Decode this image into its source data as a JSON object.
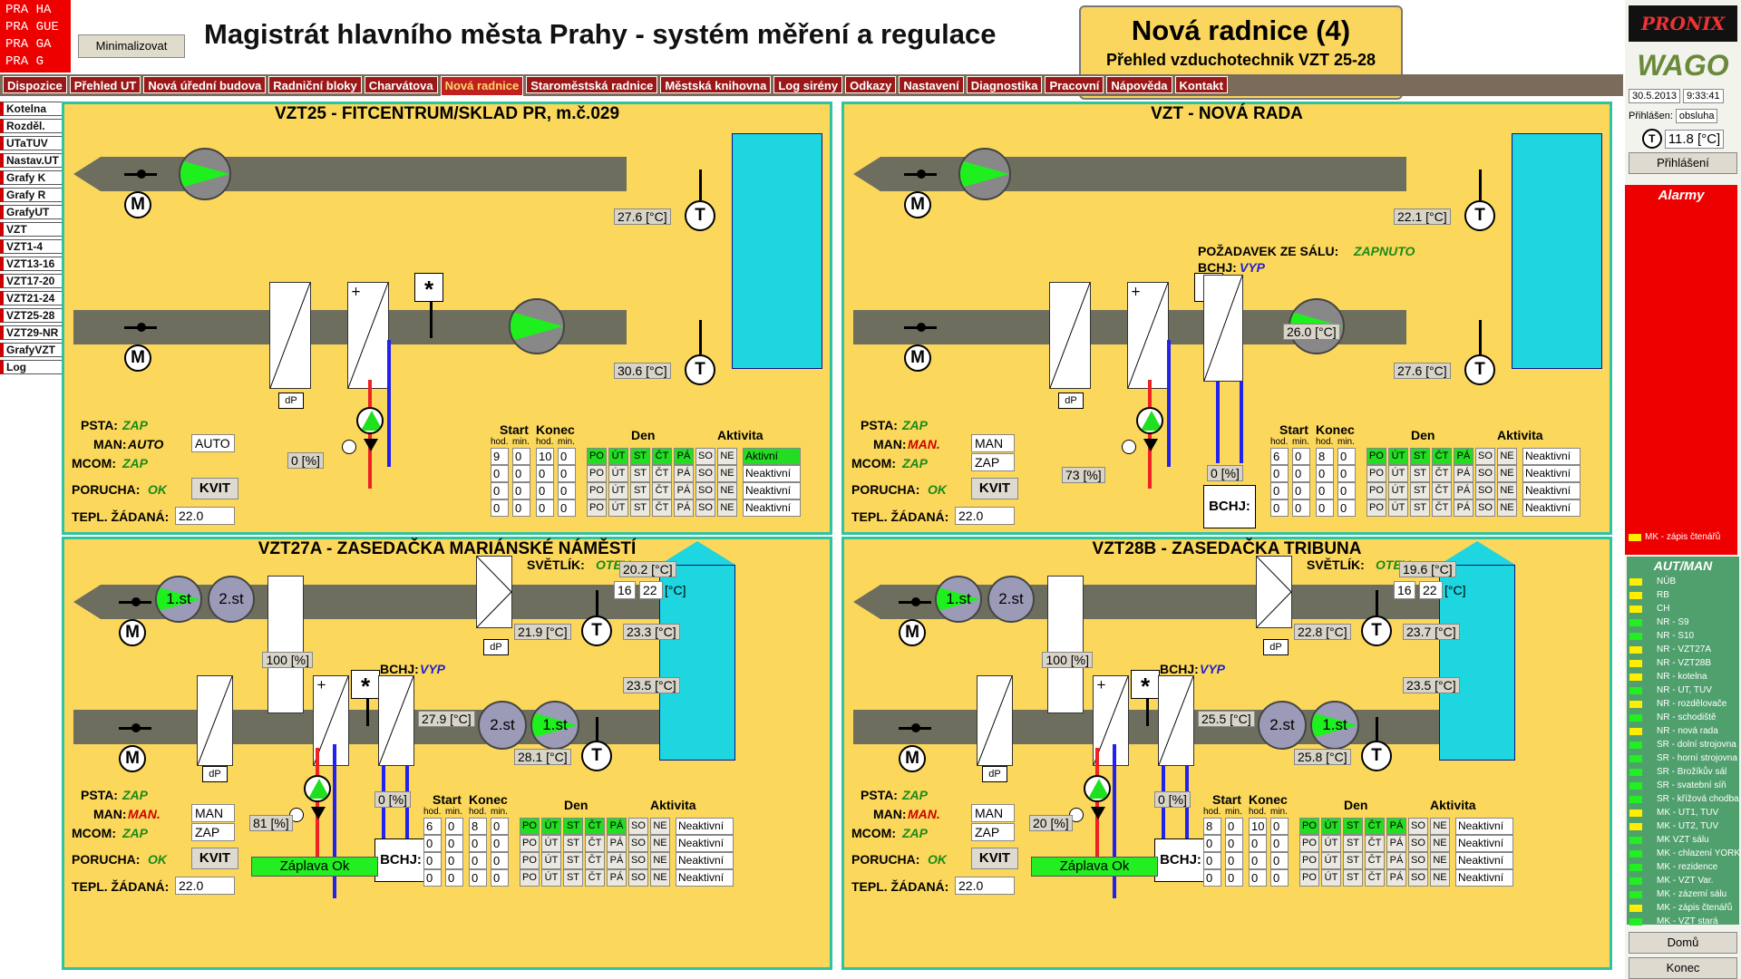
{
  "header": {
    "logo_text": "PRA HA\nPRA GUE\nPRA GA\nPRA G",
    "minimize_label": "Minimalizovat",
    "main_title": "Magistrát hlavního města Prahy - systém měření a regulace",
    "section_title": "Nová radnice (4)",
    "section_subtitle": "Přehled vzduchotechnik VZT 25-28"
  },
  "nav": [
    "Dispozice",
    "Přehled UT",
    "Nová úřední budova",
    "Radniční bloky",
    "Charvátova",
    "Nová radnice",
    "Staroměstská radnice",
    "Městská knihovna",
    "Log sirény",
    "Odkazy",
    "Nastavení",
    "Diagnostika",
    "Pracovní",
    "Nápověda",
    "Kontakt"
  ],
  "nav_active": "Nová radnice",
  "left_menu": [
    "Kotelna",
    "Rozděl.",
    "UTaTUV",
    "Nastav.UT",
    "Grafy K",
    "Grafy R",
    "GrafyUT",
    "VZT",
    "VZT1-4",
    "VZT13-16",
    "VZT17-20",
    "VZT21-24",
    "VZT25-28",
    "VZT29-NR",
    "GrafyVZT",
    "Log"
  ],
  "right": {
    "brand1": "PRONIX",
    "brand2": "WAGO",
    "date": "30.5.2013",
    "time": "9:33:41",
    "login_label": "Přihlášen:",
    "login_user": "obsluha",
    "outside_temp": "11.8 [°C]",
    "login_button": "Přihlášení",
    "alarms_title": "Alarmy",
    "alarm_item": "MK - zápis čtenářů",
    "automan_title": "AUT/MAN",
    "automan_items": [
      {
        "label": "NÚB",
        "color": "#ffee00"
      },
      {
        "label": "RB",
        "color": "#ffee00"
      },
      {
        "label": "CH",
        "color": "#ffee00"
      },
      {
        "label": "NR - S9",
        "color": "#22ee22"
      },
      {
        "label": "NR - S10",
        "color": "#22ee22"
      },
      {
        "label": "NR - VZT27A",
        "color": "#ffee00"
      },
      {
        "label": "NR - VZT28B",
        "color": "#ffee00"
      },
      {
        "label": "NR - kotelna",
        "color": "#ffee00"
      },
      {
        "label": "NR - UT, TUV",
        "color": "#22ee22"
      },
      {
        "label": "NR - rozdělovače",
        "color": "#ffee00"
      },
      {
        "label": "NR - schodiště",
        "color": "#22ee22"
      },
      {
        "label": "NR - nová rada",
        "color": "#ffee00"
      },
      {
        "label": "SR - dolní strojovna",
        "color": "#22ee22"
      },
      {
        "label": "SR - horní strojovna",
        "color": "#22ee22"
      },
      {
        "label": "SR - Brožíkův sál",
        "color": "#22ee22"
      },
      {
        "label": "SR - svatební síň",
        "color": "#22ee22"
      },
      {
        "label": "SR - křížová chodba",
        "color": "#22ee22"
      },
      {
        "label": "MK - UT1, TUV",
        "color": "#ffee00"
      },
      {
        "label": "MK - UT2, TUV",
        "color": "#ffee00"
      },
      {
        "label": "MK VZT sálu",
        "color": "#22ee22"
      },
      {
        "label": "MK - chlazení YORK",
        "color": "#22ee22"
      },
      {
        "label": "MK - rezidence",
        "color": "#22ee22"
      },
      {
        "label": "MK - VZT Var.",
        "color": "#22ee22"
      },
      {
        "label": "MK - zázemí sálu",
        "color": "#22ee22"
      },
      {
        "label": "MK - zápis čtenářů",
        "color": "#ffee00"
      },
      {
        "label": "MK - VZT stará",
        "color": "#22ee22"
      }
    ],
    "home_button": "Domů",
    "end_button": "Konec"
  },
  "common": {
    "psta": "PSTA:",
    "man": "MAN:",
    "mcom": "MCOM:",
    "porucha": "PORUCHA:",
    "kvit": "KVIT",
    "tepl": "TEPL. ŽÁDANÁ:",
    "start": "Start",
    "konec": "Konec",
    "den": "Den",
    "aktivita": "Aktivita",
    "hod": "hod.",
    "min": "min.",
    "days": [
      "PO",
      "ÚT",
      "ST",
      "ČT",
      "PÁ",
      "SO",
      "NE"
    ],
    "dp": "dP",
    "t": "T",
    "m": "M",
    "star": "*",
    "bchj_box": "BCHJ:"
  },
  "panels": [
    {
      "title": "VZT25 - FITCENTRUM/SKLAD PR, m.č.029",
      "t_supply_top": "27.6 [°C]",
      "t_supply_bot": "30.6 [°C]",
      "valve_pct": "0 [%]",
      "psta": "ZAP",
      "man_val": "AUTO",
      "man_box": "AUTO",
      "mcom": "ZAP",
      "porucha": "OK",
      "tepl": "22.0",
      "schedule": [
        {
          "sh": "9",
          "sm": "0",
          "eh": "10",
          "em": "0",
          "days": [
            1,
            1,
            1,
            1,
            1,
            0,
            0
          ],
          "akt": "Aktivní",
          "akt_on": true
        },
        {
          "sh": "0",
          "sm": "0",
          "eh": "0",
          "em": "0",
          "days": [
            0,
            0,
            0,
            0,
            0,
            0,
            0
          ],
          "akt": "Neaktivní",
          "akt_on": false
        },
        {
          "sh": "0",
          "sm": "0",
          "eh": "0",
          "em": "0",
          "days": [
            0,
            0,
            0,
            0,
            0,
            0,
            0
          ],
          "akt": "Neaktivní",
          "akt_on": false
        },
        {
          "sh": "0",
          "sm": "0",
          "eh": "0",
          "em": "0",
          "days": [
            0,
            0,
            0,
            0,
            0,
            0,
            0
          ],
          "akt": "Neaktivní",
          "akt_on": false
        }
      ]
    },
    {
      "title": "VZT - NOVÁ RADA",
      "t_supply_top": "22.1 [°C]",
      "t_mid": "26.0 [°C]",
      "t_supply_bot": "27.6 [°C]",
      "pozadavek": "POŽADAVEK ZE SÁLU:",
      "pozadavek_val": "ZAPNUTO",
      "bchj": "BCHJ:",
      "bchj_val": "VYP",
      "valve_pct": "73 [%]",
      "valve2_pct": "0 [%]",
      "psta": "ZAP",
      "man_val": "MAN.",
      "man_box": "MAN",
      "mcom": "ZAP",
      "mcom_box": "ZAP",
      "porucha": "OK",
      "tepl": "22.0",
      "schedule": [
        {
          "sh": "6",
          "sm": "0",
          "eh": "8",
          "em": "0",
          "days": [
            1,
            1,
            1,
            1,
            1,
            0,
            0
          ],
          "akt": "Neaktivní",
          "akt_on": false
        },
        {
          "sh": "0",
          "sm": "0",
          "eh": "0",
          "em": "0",
          "days": [
            0,
            0,
            0,
            0,
            0,
            0,
            0
          ],
          "akt": "Neaktivní",
          "akt_on": false
        },
        {
          "sh": "0",
          "sm": "0",
          "eh": "0",
          "em": "0",
          "days": [
            0,
            0,
            0,
            0,
            0,
            0,
            0
          ],
          "akt": "Neaktivní",
          "akt_on": false
        },
        {
          "sh": "0",
          "sm": "0",
          "eh": "0",
          "em": "0",
          "days": [
            0,
            0,
            0,
            0,
            0,
            0,
            0
          ],
          "akt": "Neaktivní",
          "akt_on": false
        }
      ]
    },
    {
      "title": "VZT27A - ZASEDAČKA MARIÁNSKÉ NÁMĚSTÍ",
      "svetlik": "SVĚTLÍK:",
      "svetlik_val": "OTEV",
      "t_room": "20.2 [°C]",
      "sp_a": "16",
      "sp_b": "22",
      "sp_unit": "[°C]",
      "t_exh": "21.9 [°C]",
      "t_r2": "23.3 [°C]",
      "t_r3": "23.5 [°C]",
      "damper_pct": "100 [%]",
      "t_mid": "27.9 [°C]",
      "t_supply_bot": "28.1 [°C]",
      "bchj": "BCHJ:",
      "bchj_val": "VYP",
      "valve_pct": "81 [%]",
      "valve2_pct": "0 [%]",
      "fan1": "1.st",
      "fan2": "2.st",
      "zaplava": "Záplava Ok",
      "psta": "ZAP",
      "man_val": "MAN.",
      "man_box": "MAN",
      "mcom": "ZAP",
      "mcom_box": "ZAP",
      "porucha": "OK",
      "tepl": "22.0",
      "schedule": [
        {
          "sh": "6",
          "sm": "0",
          "eh": "8",
          "em": "0",
          "days": [
            1,
            1,
            1,
            1,
            1,
            0,
            0
          ],
          "akt": "Neaktivní",
          "akt_on": false
        },
        {
          "sh": "0",
          "sm": "0",
          "eh": "0",
          "em": "0",
          "days": [
            0,
            0,
            0,
            0,
            0,
            0,
            0
          ],
          "akt": "Neaktivní",
          "akt_on": false
        },
        {
          "sh": "0",
          "sm": "0",
          "eh": "0",
          "em": "0",
          "days": [
            0,
            0,
            0,
            0,
            0,
            0,
            0
          ],
          "akt": "Neaktivní",
          "akt_on": false
        },
        {
          "sh": "0",
          "sm": "0",
          "eh": "0",
          "em": "0",
          "days": [
            0,
            0,
            0,
            0,
            0,
            0,
            0
          ],
          "akt": "Neaktivní",
          "akt_on": false
        }
      ]
    },
    {
      "title": "VZT28B - ZASEDAČKA TRIBUNA",
      "svetlik": "SVĚTLÍK:",
      "svetlik_val": "OTEV",
      "t_room": "19.6 [°C]",
      "sp_a": "16",
      "sp_b": "22",
      "sp_unit": "[°C]",
      "t_exh": "22.8 [°C]",
      "t_r2": "23.7 [°C]",
      "t_r3": "23.5 [°C]",
      "damper_pct": "100 [%]",
      "t_mid": "25.5 [°C]",
      "t_supply_bot": "25.8 [°C]",
      "bchj": "BCHJ:",
      "bchj_val": "VYP",
      "valve_pct": "20 [%]",
      "valve2_pct": "0 [%]",
      "fan1": "1.st",
      "fan2": "2.st",
      "zaplava": "Záplava Ok",
      "psta": "ZAP",
      "man_val": "MAN.",
      "man_box": "MAN",
      "mcom": "ZAP",
      "mcom_box": "ZAP",
      "porucha": "OK",
      "tepl": "22.0",
      "schedule": [
        {
          "sh": "8",
          "sm": "0",
          "eh": "10",
          "em": "0",
          "days": [
            1,
            1,
            1,
            1,
            1,
            0,
            0
          ],
          "akt": "Neaktivní",
          "akt_on": false
        },
        {
          "sh": "0",
          "sm": "0",
          "eh": "0",
          "em": "0",
          "days": [
            0,
            0,
            0,
            0,
            0,
            0,
            0
          ],
          "akt": "Neaktivní",
          "akt_on": false
        },
        {
          "sh": "0",
          "sm": "0",
          "eh": "0",
          "em": "0",
          "days": [
            0,
            0,
            0,
            0,
            0,
            0,
            0
          ],
          "akt": "Neaktivní",
          "akt_on": false
        },
        {
          "sh": "0",
          "sm": "0",
          "eh": "0",
          "em": "0",
          "days": [
            0,
            0,
            0,
            0,
            0,
            0,
            0
          ],
          "akt": "Neaktivní",
          "akt_on": false
        }
      ]
    }
  ]
}
